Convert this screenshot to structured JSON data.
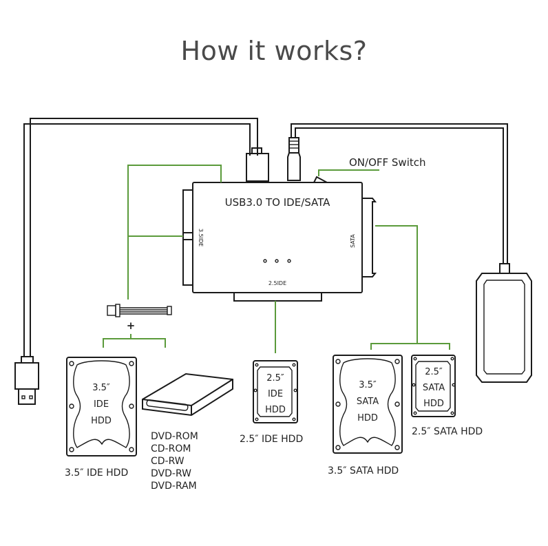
{
  "title": "How it works?",
  "colors": {
    "connector_line": "#5a9a3a",
    "outline": "#1a1a1a",
    "title_text": "#4a4a4a"
  },
  "adapter": {
    "label": "USB3.0 TO IDE/SATA",
    "port_left": "3.5IDE",
    "port_right": "SATA",
    "port_bottom": "2.5IDE"
  },
  "switch_label": "ON/OFF Switch",
  "plus": "+",
  "drives": {
    "ide35": {
      "line1": "3.5″",
      "line2": "IDE",
      "line3": "HDD",
      "caption": "3.5″  IDE HDD"
    },
    "ide25": {
      "line1": "2.5″",
      "line2": "IDE",
      "line3": "HDD",
      "caption": "2.5″  IDE HDD"
    },
    "sata35": {
      "line1": "3.5″",
      "line2": "SATA",
      "line3": "HDD",
      "caption": "3.5″  SATA HDD"
    },
    "sata25": {
      "line1": "2.5″",
      "line2": "SATA",
      "line3": "HDD",
      "caption": "2.5″  SATA HDD"
    }
  },
  "optical_list": [
    "DVD-ROM",
    "CD-ROM",
    "CD-RW",
    "DVD-RW",
    "DVD-RAM"
  ],
  "icons": {
    "usb_plug": "usb-plug-icon",
    "dc_plug": "dc-power-plug-icon",
    "power_adapter": "power-adapter-icon",
    "power_cable": "molex-power-cable-icon",
    "optical_drive": "optical-drive-icon"
  }
}
